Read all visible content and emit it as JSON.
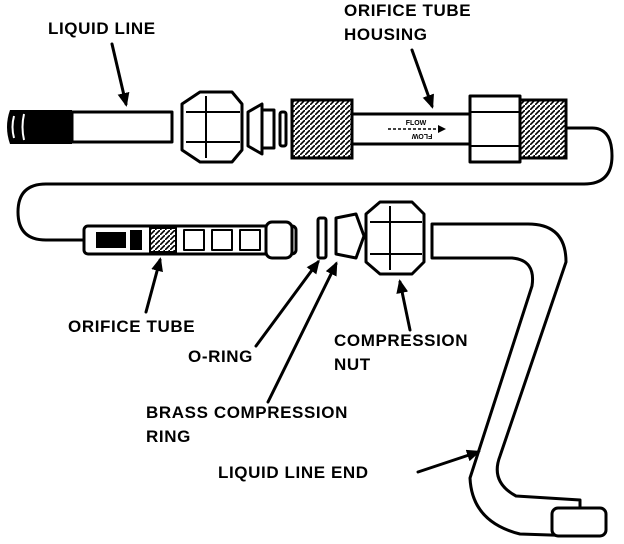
{
  "labels": {
    "liquid_line": "LIQUID LINE",
    "orifice_tube_housing_1": "ORIFICE TUBE",
    "orifice_tube_housing_2": "HOUSING",
    "orifice_tube": "ORIFICE TUBE",
    "o_ring": "O-RING",
    "brass_ring_1": "BRASS COMPRESSION",
    "brass_ring_2": "RING",
    "compression_nut_1": "COMPRESSION",
    "compression_nut_2": "NUT",
    "liquid_line_end": "LIQUID LINE END",
    "flow_top": "FLOW",
    "flow_bottom": "FLOW"
  }
}
